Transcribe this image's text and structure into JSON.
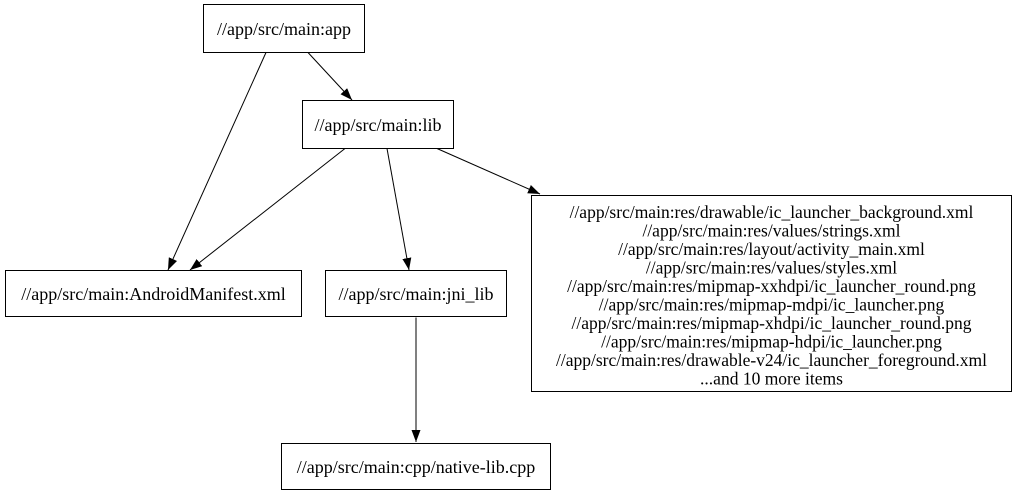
{
  "graph": {
    "kind": "dependency-graph",
    "colors": {
      "background": "#ffffff",
      "node_fill": "#ffffff",
      "node_border": "#000000",
      "edge": "#000000",
      "text": "#000000"
    },
    "nodes": {
      "app": {
        "label": "//app/src/main:app"
      },
      "lib": {
        "label": "//app/src/main:lib"
      },
      "android_manifest": {
        "label": "//app/src/main:AndroidManifest.xml"
      },
      "jni_lib": {
        "label": "//app/src/main:jni_lib"
      },
      "native_lib": {
        "label": "//app/src/main:cpp/native-lib.cpp"
      },
      "res_group": {
        "lines": [
          "//app/src/main:res/drawable/ic_launcher_background.xml",
          "//app/src/main:res/values/strings.xml",
          "//app/src/main:res/layout/activity_main.xml",
          "//app/src/main:res/values/styles.xml",
          "//app/src/main:res/mipmap-xxhdpi/ic_launcher_round.png",
          "//app/src/main:res/mipmap-mdpi/ic_launcher.png",
          "//app/src/main:res/mipmap-xhdpi/ic_launcher_round.png",
          "//app/src/main:res/mipmap-hdpi/ic_launcher.png",
          "//app/src/main:res/drawable-v24/ic_launcher_foreground.xml",
          "...and 10 more items"
        ]
      }
    },
    "edges": [
      {
        "from": "app",
        "to": "lib"
      },
      {
        "from": "app",
        "to": "android_manifest"
      },
      {
        "from": "lib",
        "to": "android_manifest"
      },
      {
        "from": "lib",
        "to": "jni_lib"
      },
      {
        "from": "lib",
        "to": "res_group"
      },
      {
        "from": "jni_lib",
        "to": "native_lib"
      }
    ]
  }
}
